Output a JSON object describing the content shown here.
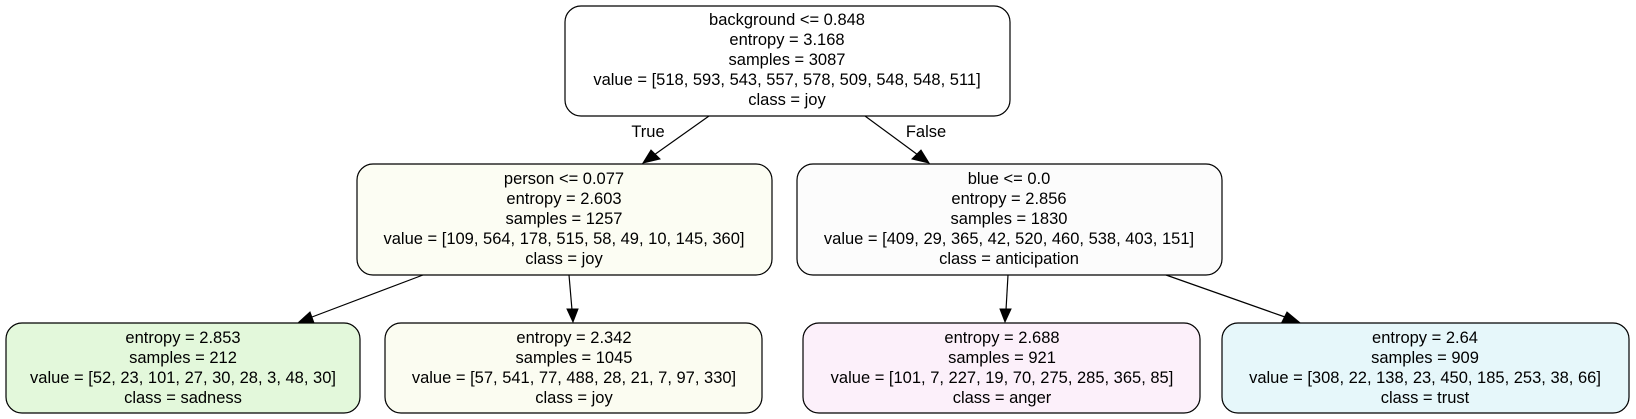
{
  "nodes": [
    {
      "id": "root",
      "fill": "#ffffff",
      "lines": [
        "background <= 0.848",
        "entropy = 3.168",
        "samples = 3087",
        "value = [518, 593, 543, 557, 578, 509, 548, 548, 511]",
        "class = joy"
      ]
    },
    {
      "id": "left",
      "fill": "#fcfdf3",
      "lines": [
        "person <= 0.077",
        "entropy = 2.603",
        "samples = 1257",
        "value = [109, 564, 178, 515, 58, 49, 10, 145, 360]",
        "class = joy"
      ]
    },
    {
      "id": "right",
      "fill": "#fcfcfc",
      "lines": [
        "blue <= 0.0",
        "entropy = 2.856",
        "samples = 1830",
        "value = [409, 29, 365, 42, 520, 460, 538, 403, 151]",
        "class = anticipation"
      ]
    },
    {
      "id": "leaf1",
      "fill": "#e3f8db",
      "lines": [
        "entropy = 2.853",
        "samples = 212",
        "value = [52, 23, 101, 27, 30, 28, 3, 48, 30]",
        "class = sadness"
      ]
    },
    {
      "id": "leaf2",
      "fill": "#fbfcf1",
      "lines": [
        "entropy = 2.342",
        "samples = 1045",
        "value = [57, 541, 77, 488, 28, 21, 7, 97, 330]",
        "class = joy"
      ]
    },
    {
      "id": "leaf3",
      "fill": "#fcf0fa",
      "lines": [
        "entropy = 2.688",
        "samples = 921",
        "value = [101, 7, 227, 19, 70, 275, 285, 365, 85]",
        "class = anger"
      ]
    },
    {
      "id": "leaf4",
      "fill": "#e6f7fa",
      "lines": [
        "entropy = 2.64",
        "samples = 909",
        "value = [308, 22, 138, 23, 450, 185, 253, 38, 66]",
        "class = trust"
      ]
    }
  ],
  "edge_labels": {
    "true_label": "True",
    "false_label": "False"
  }
}
